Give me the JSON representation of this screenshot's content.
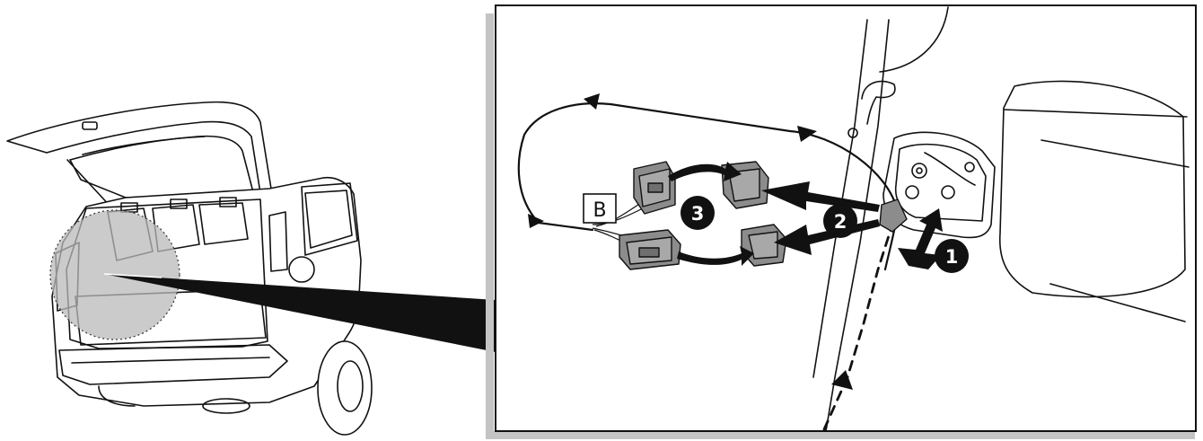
{
  "diagram": {
    "type": "installation-illustration",
    "callouts": [
      {
        "id": "step-1",
        "label": "1"
      },
      {
        "id": "step-2",
        "label": "2"
      },
      {
        "id": "step-3",
        "label": "3"
      }
    ],
    "connector_label": "B",
    "colors": {
      "line": "#111111",
      "frame_shadow": "#c4c4c4",
      "zoom_circle": "#b9b9b9",
      "callout_fill": "#111111",
      "connector_fill": "#8c8c8c"
    }
  }
}
